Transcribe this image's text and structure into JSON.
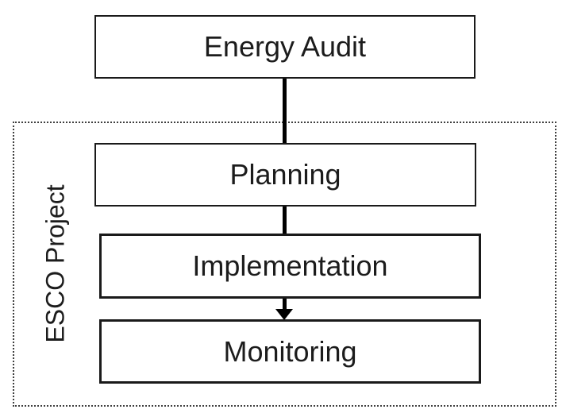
{
  "diagram": {
    "type": "flowchart",
    "container": {
      "label": "ESCO Project",
      "border_style": "dotted"
    },
    "nodes": [
      {
        "id": "energy-audit",
        "label": "Energy Audit",
        "inside_container": false
      },
      {
        "id": "planning",
        "label": "Planning",
        "inside_container": true
      },
      {
        "id": "implementation",
        "label": "Implementation",
        "inside_container": true
      },
      {
        "id": "monitoring",
        "label": "Monitoring",
        "inside_container": true
      }
    ],
    "edges": [
      {
        "from": "energy-audit",
        "to": "planning",
        "arrowhead": false
      },
      {
        "from": "planning",
        "to": "implementation",
        "arrowhead": false
      },
      {
        "from": "implementation",
        "to": "monitoring",
        "arrowhead": true
      }
    ],
    "colors": {
      "background": "#ffffff",
      "box_border": "#1a1a1a",
      "text": "#1c1c1c",
      "connector": "#000000",
      "container_border": "#3f3f3f"
    }
  }
}
